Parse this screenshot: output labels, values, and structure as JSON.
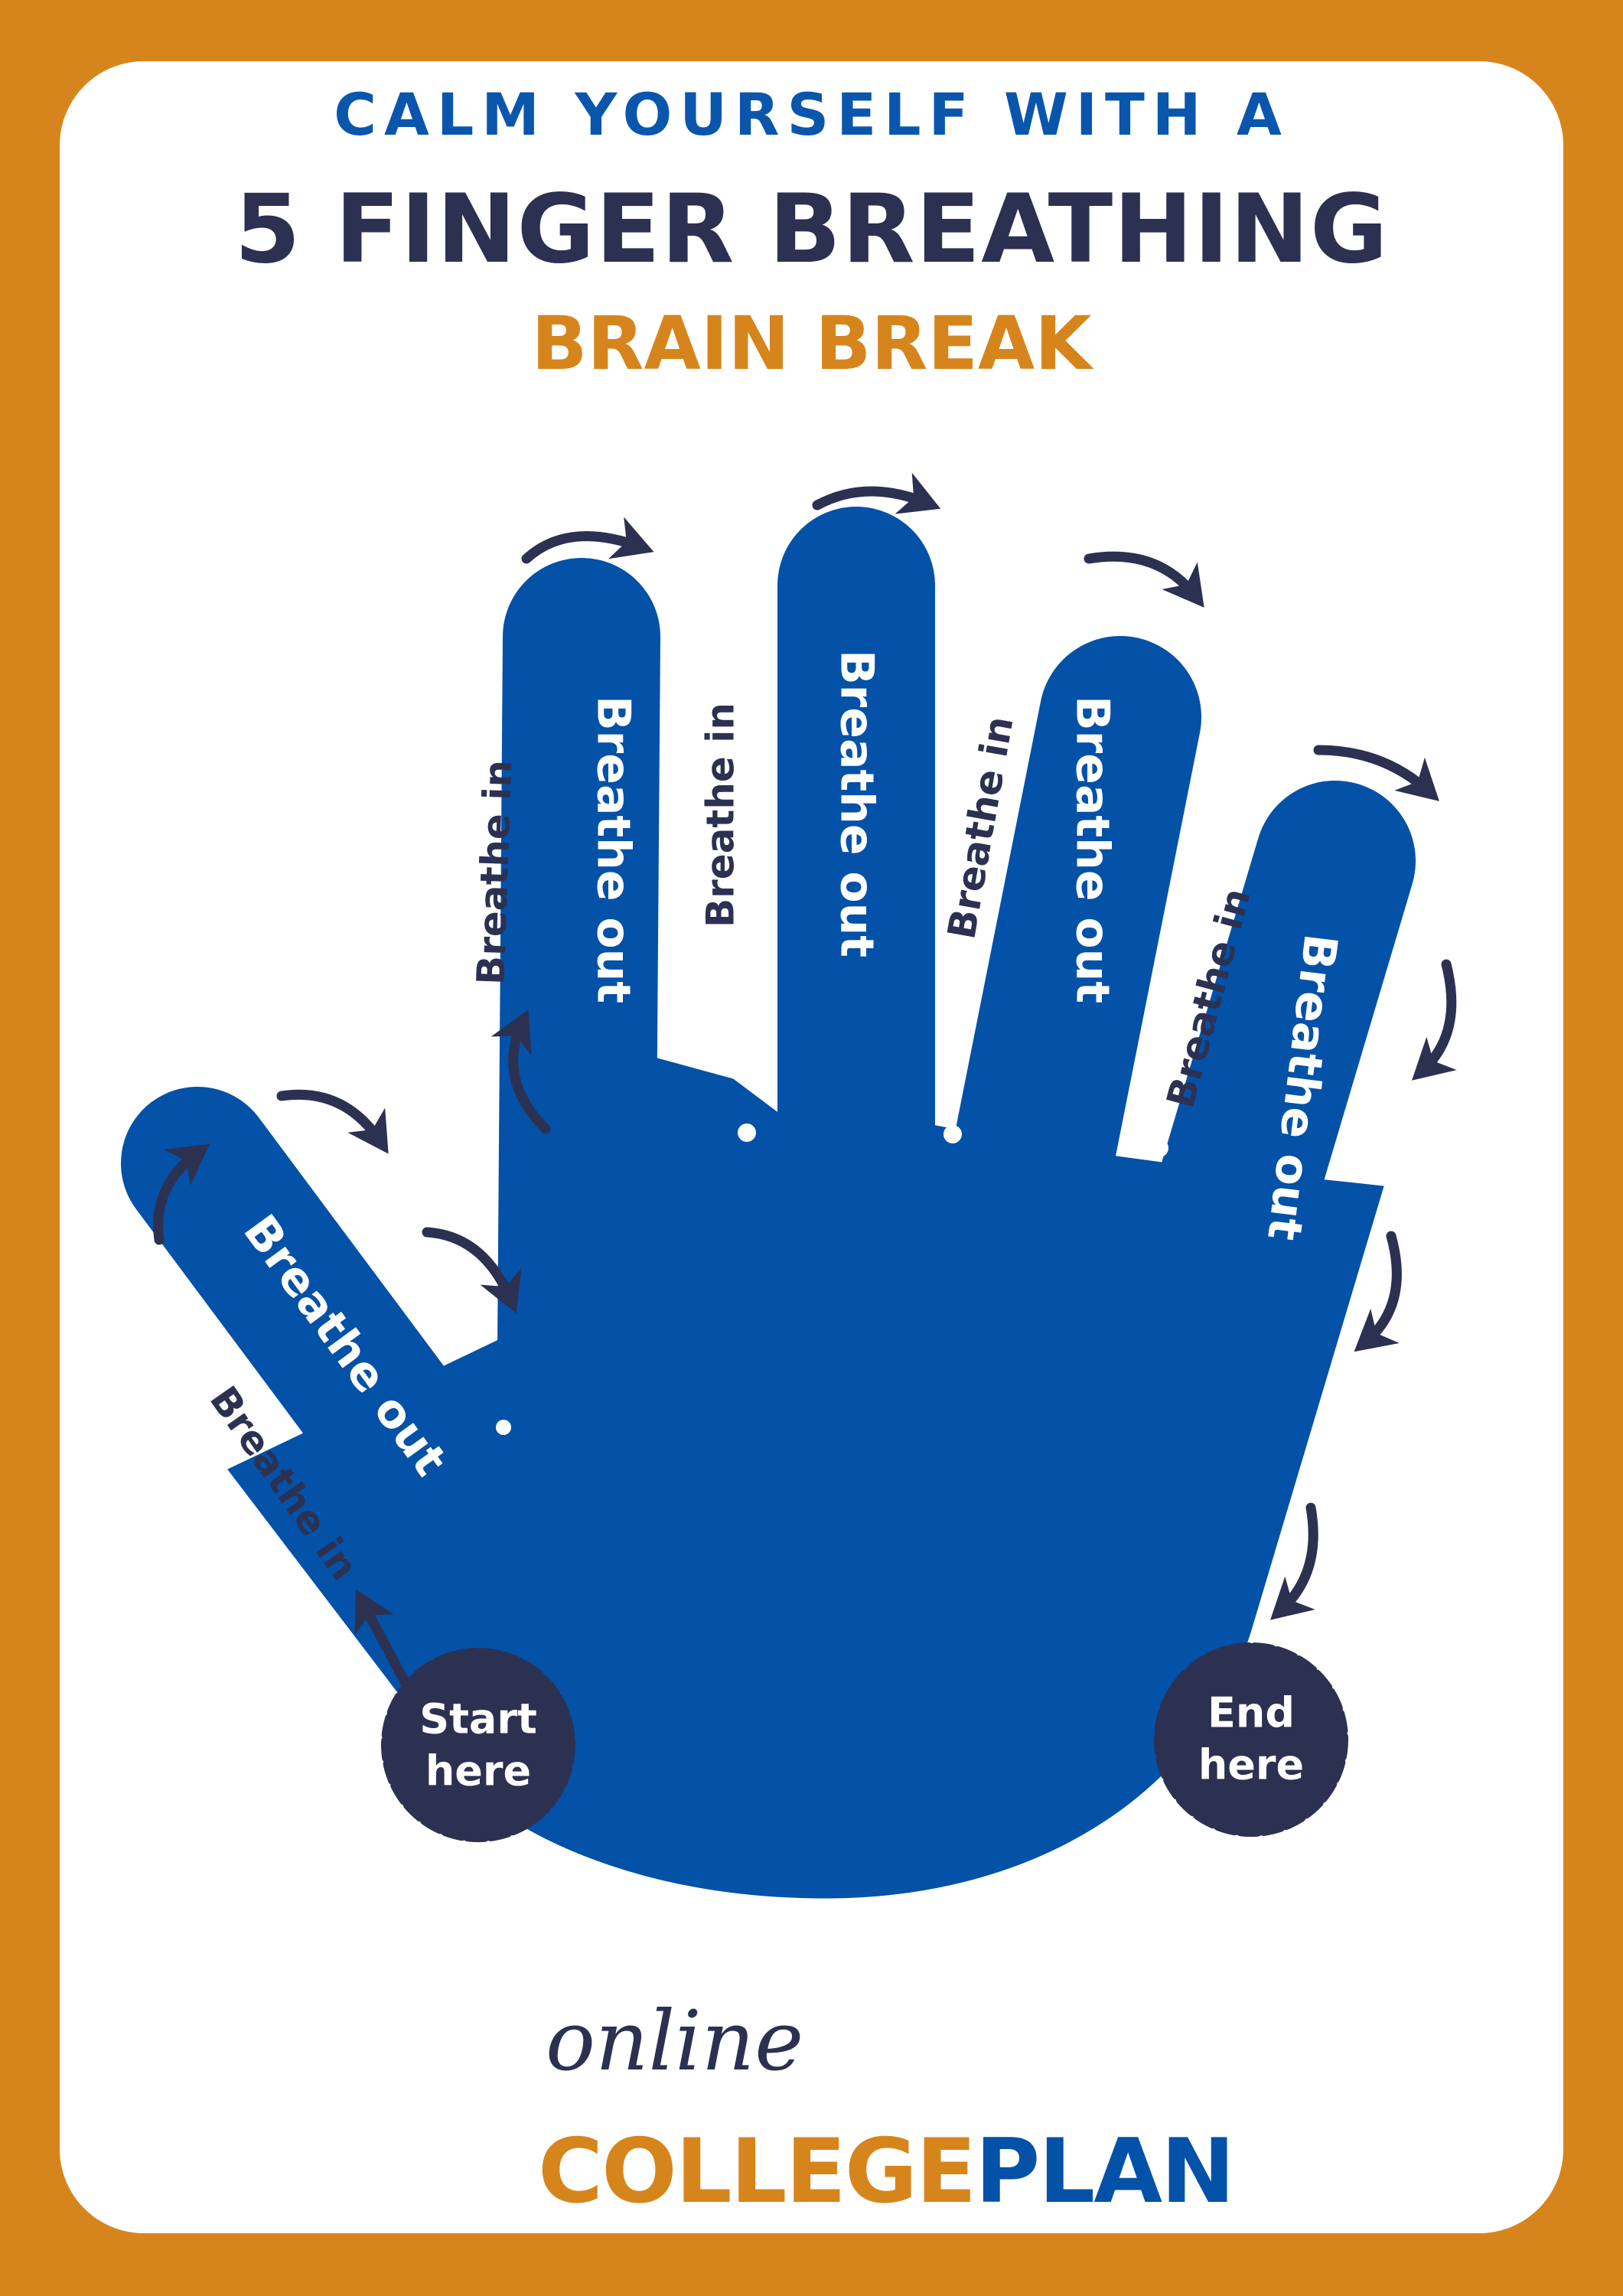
{
  "header": {
    "line1": "CALM YOURSELF WITH A",
    "line2": "5 FINGER BREATHING",
    "line3": "BRAIN BREAK"
  },
  "diagram": {
    "breathe_in": "Breathe in",
    "breathe_out": "Breathe out",
    "start": [
      "Start",
      "here"
    ],
    "end": [
      "End",
      "here"
    ]
  },
  "logo": {
    "script": "online",
    "word1": "COLLEGE",
    "word2": "PLAN"
  },
  "colors": {
    "border": "#d6851c",
    "navy": "#2c3152",
    "blue": "#0451a8",
    "title_blue": "#0a56ad",
    "orange": "#d6851c",
    "white": "#ffffff"
  }
}
